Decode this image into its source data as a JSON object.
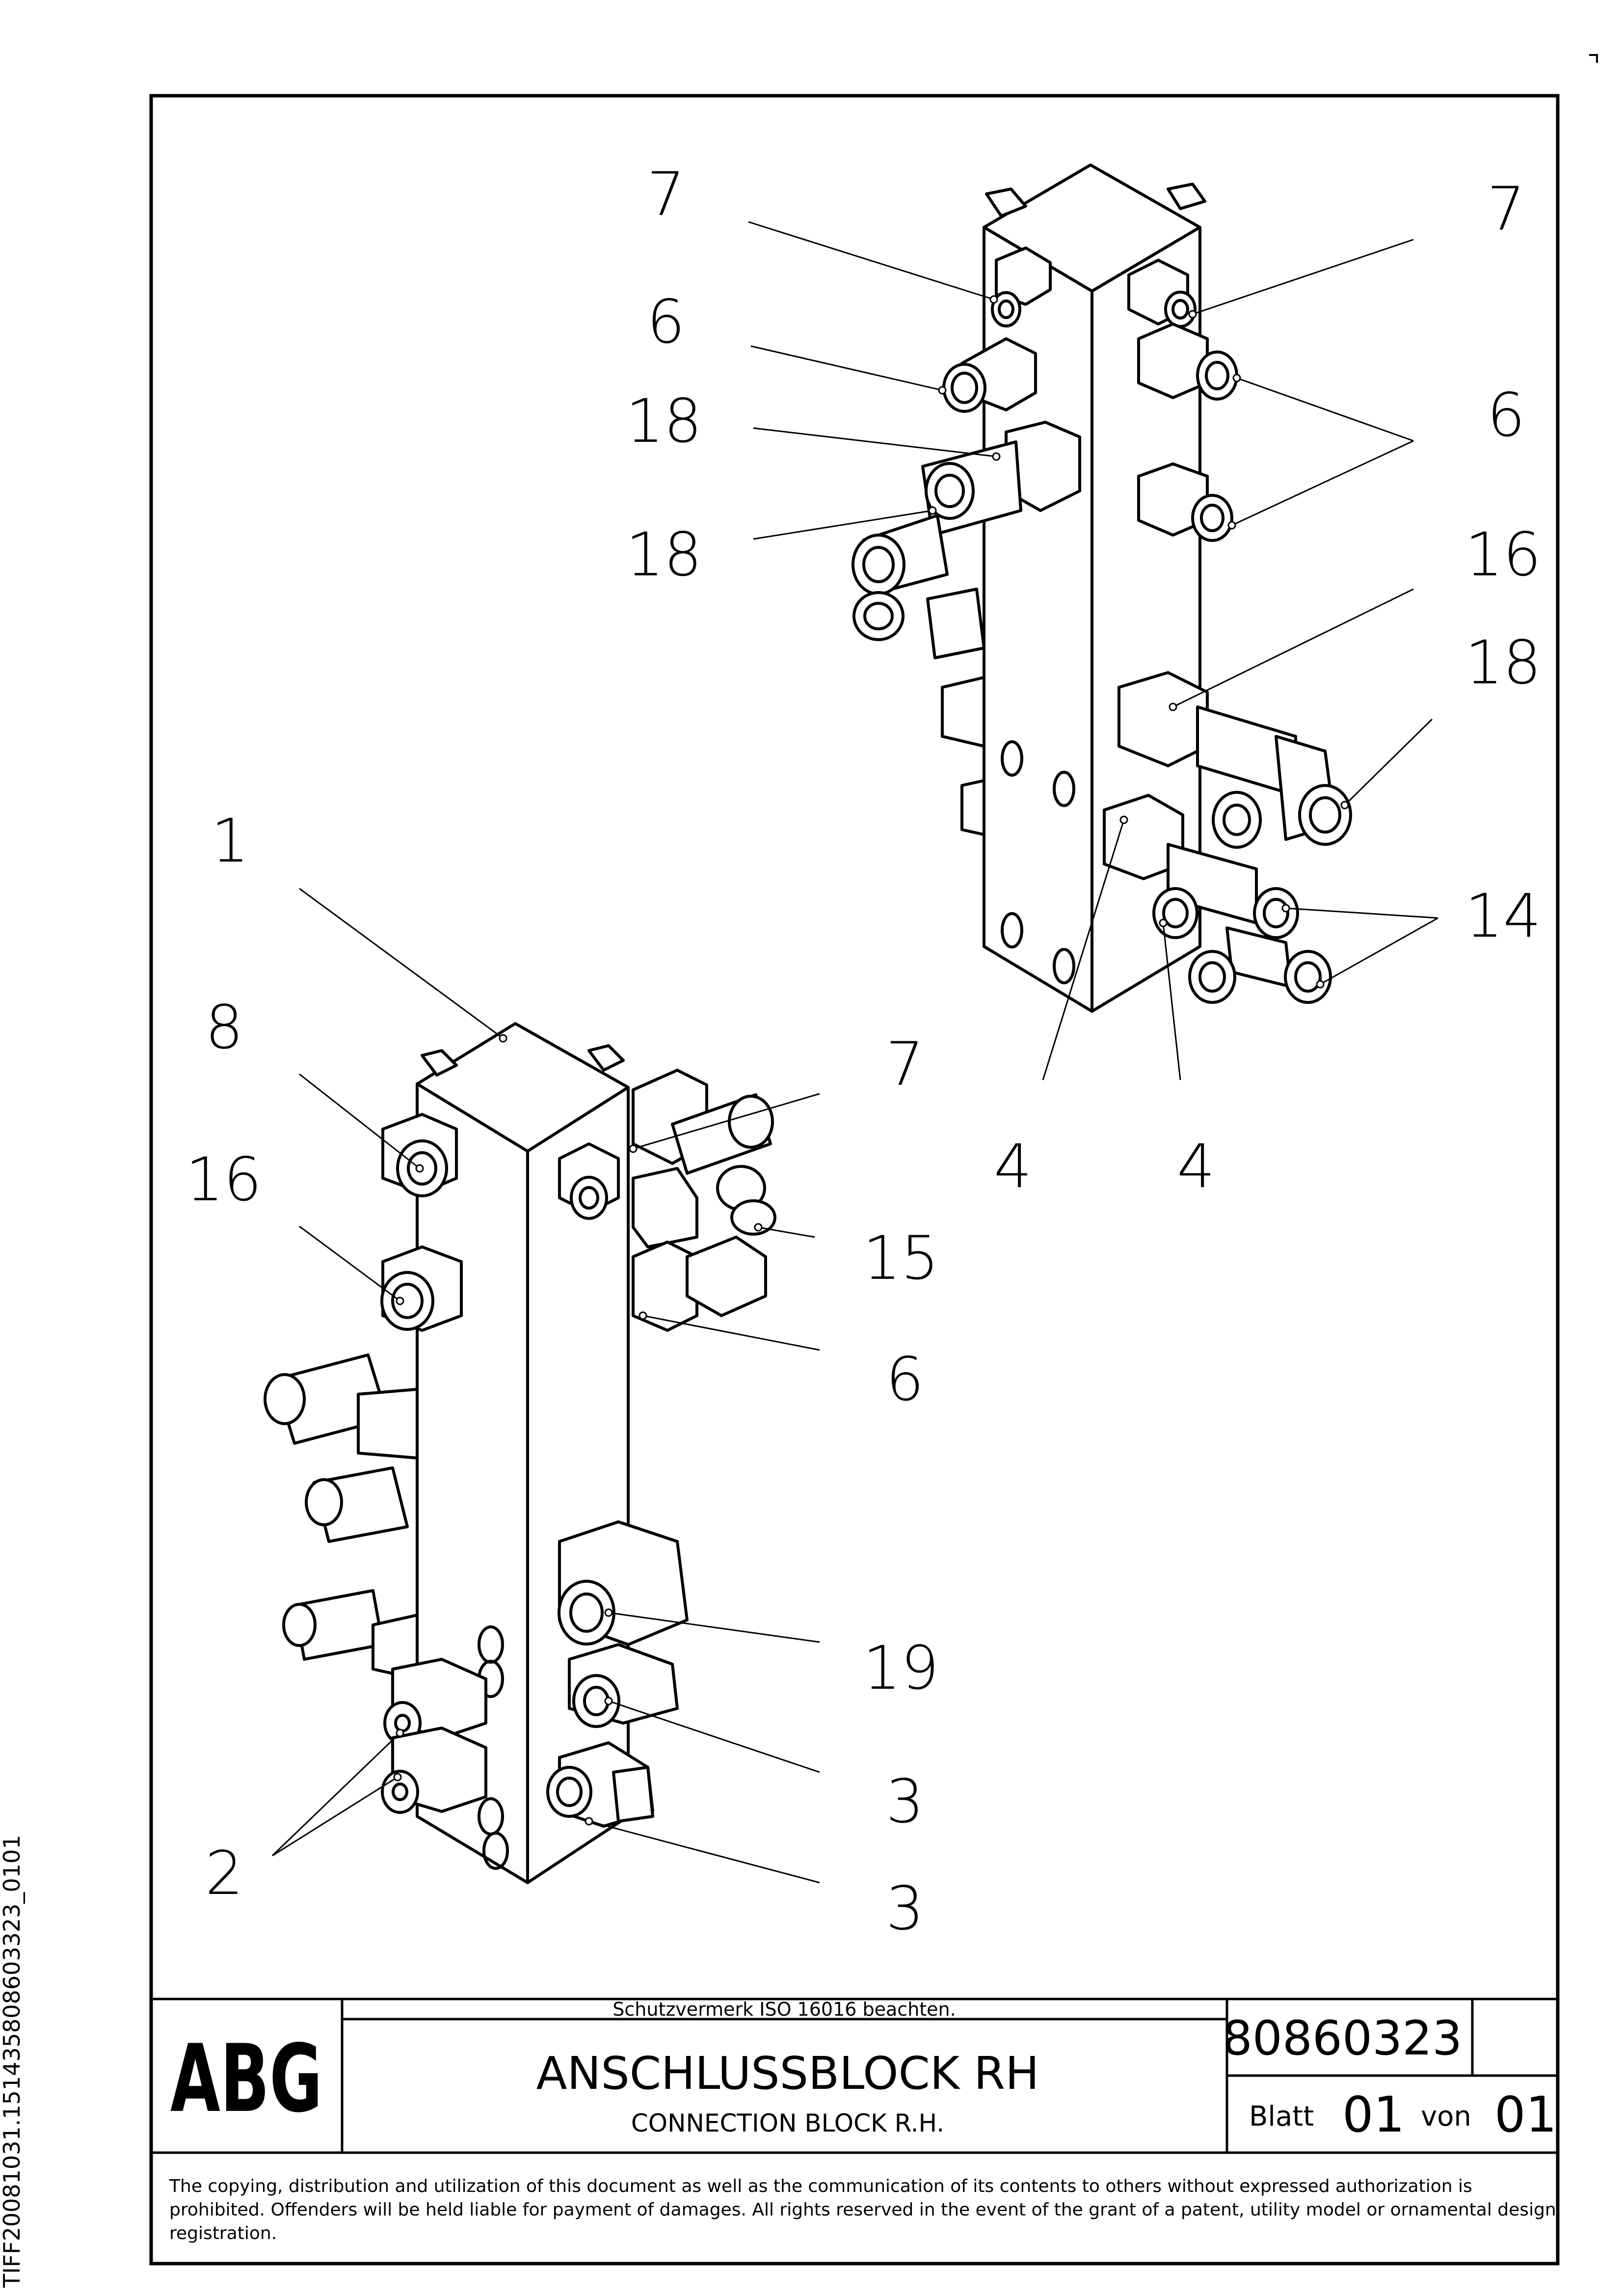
{
  "side_id": "TIFF20081031.151435808603323_0101",
  "callouts": {
    "c1": "7",
    "c2": "7",
    "c3": "6",
    "c4": "6",
    "c5": "18",
    "c6": "18",
    "c7": "16",
    "c8": "18",
    "c9": "14",
    "c10": "1",
    "c11": "8",
    "c12": "7",
    "c13": "16",
    "c14": "4",
    "c15": "4",
    "c16": "15",
    "c17": "6",
    "c18": "19",
    "c19": "3",
    "c20": "2",
    "c21": "3"
  },
  "title_block": {
    "logo": "ABG",
    "protection_note": "Schutzvermerk ISO 16016 beachten.",
    "title": "ANSCHLUSSBLOCK RH",
    "subtitle": "CONNECTION BLOCK R.H.",
    "drawing_number": "80860323",
    "sheet_label": "Blatt",
    "sheet_number": "01",
    "of_label": "von",
    "sheet_total": "01"
  },
  "legal_text": "The copying, distribution and utilization of this document as well as the communication of its contents to others without expressed authorization is prohibited. Offenders will be held liable for payment of damages. All rights reserved in the event of the grant of a patent, utility model or ornamental design registration."
}
